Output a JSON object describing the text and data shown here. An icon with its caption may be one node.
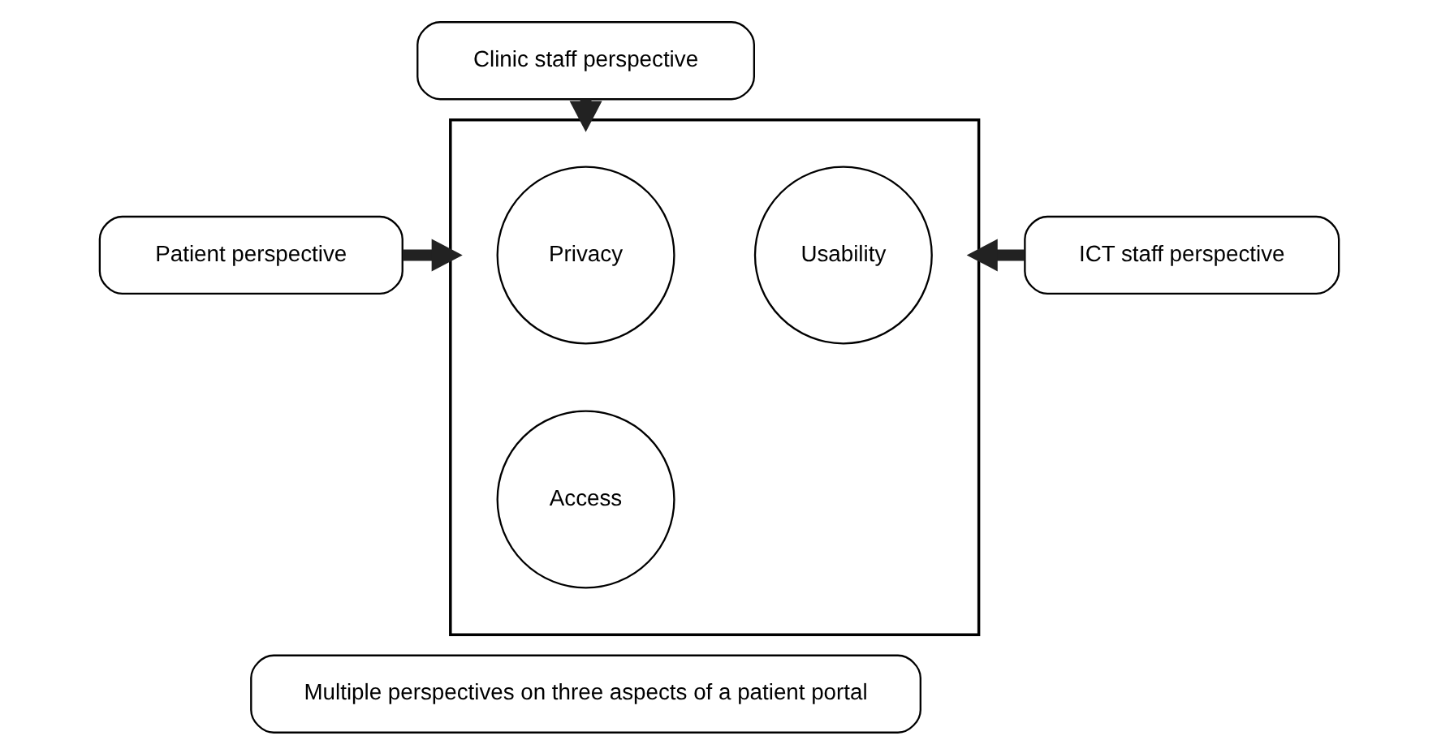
{
  "diagram": {
    "nodes": [
      {
        "text": [
          "Clinic staff perspective"
        ]
      },
      {
        "text": [
          "Patient perspective"
        ]
      },
      {
        "text": [],
        "shape": "box"
      },
      {
        "text": [
          "Privacy"
        ],
        "in": 2
      },
      {
        "text": [
          "Usability"
        ],
        "in": 2
      },
      {
        "text": [
          "Access"
        ],
        "in": 2
      },
      {
        "text": [
          "ICT staff perspective"
        ]
      },
      {
        "text": [
          "Multiple perspectives on three aspects of a patient portal"
        ]
      }
    ],
    "edges": [
      {
        "from": 0,
        "to": 2,
        "arrow": "to"
      },
      {
        "from": 1,
        "to": 2,
        "arrow": "to"
      },
      {
        "from": 6,
        "to": 2,
        "arrow": "to"
      }
    ]
  }
}
